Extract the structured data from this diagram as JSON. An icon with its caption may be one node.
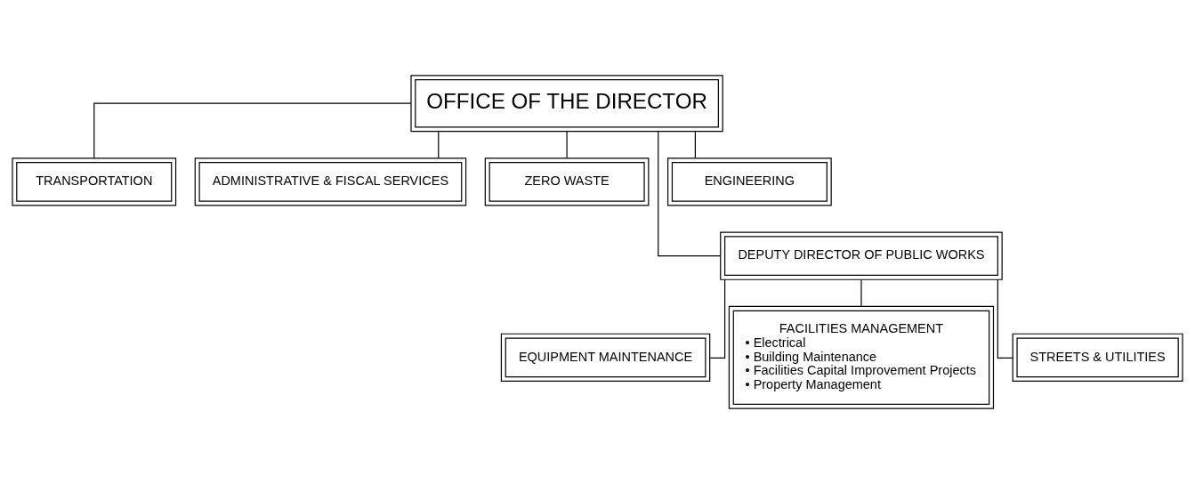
{
  "diagram": {
    "nodes": [
      {
        "text": [
          "OFFICE OF THE DIRECTOR"
        ]
      },
      {
        "text": [
          "TRANSPORTATION"
        ]
      },
      {
        "text": [
          "ADMINISTRATIVE & FISCAL SERVICES"
        ]
      },
      {
        "text": [
          "ZERO WASTE"
        ]
      },
      {
        "text": [
          "ENGINEERING"
        ]
      },
      {
        "text": [
          "DEPUTY DIRECTOR OF PUBLIC WORKS"
        ]
      },
      {
        "text": [
          "EQUIPMENT MAINTENANCE"
        ]
      },
      {
        "text": [
          "FACILITIES MANAGEMENT",
          "• Electrical",
          "• Building Maintenance",
          "• Facilities Capital Improvement Projects",
          "• Property Management"
        ]
      },
      {
        "text": [
          "STREETS & UTILITIES"
        ]
      }
    ],
    "edges": [
      {
        "from": 0,
        "to": 1,
        "arrow": "none"
      },
      {
        "from": 0,
        "to": 2,
        "arrow": "none"
      },
      {
        "from": 0,
        "to": 3,
        "arrow": "none"
      },
      {
        "from": 0,
        "to": 4,
        "arrow": "none"
      },
      {
        "from": 0,
        "to": 5,
        "arrow": "none"
      },
      {
        "from": 5,
        "to": 6,
        "arrow": "none"
      },
      {
        "from": 5,
        "to": 7,
        "arrow": "none"
      },
      {
        "from": 5,
        "to": 8,
        "arrow": "none"
      }
    ]
  }
}
